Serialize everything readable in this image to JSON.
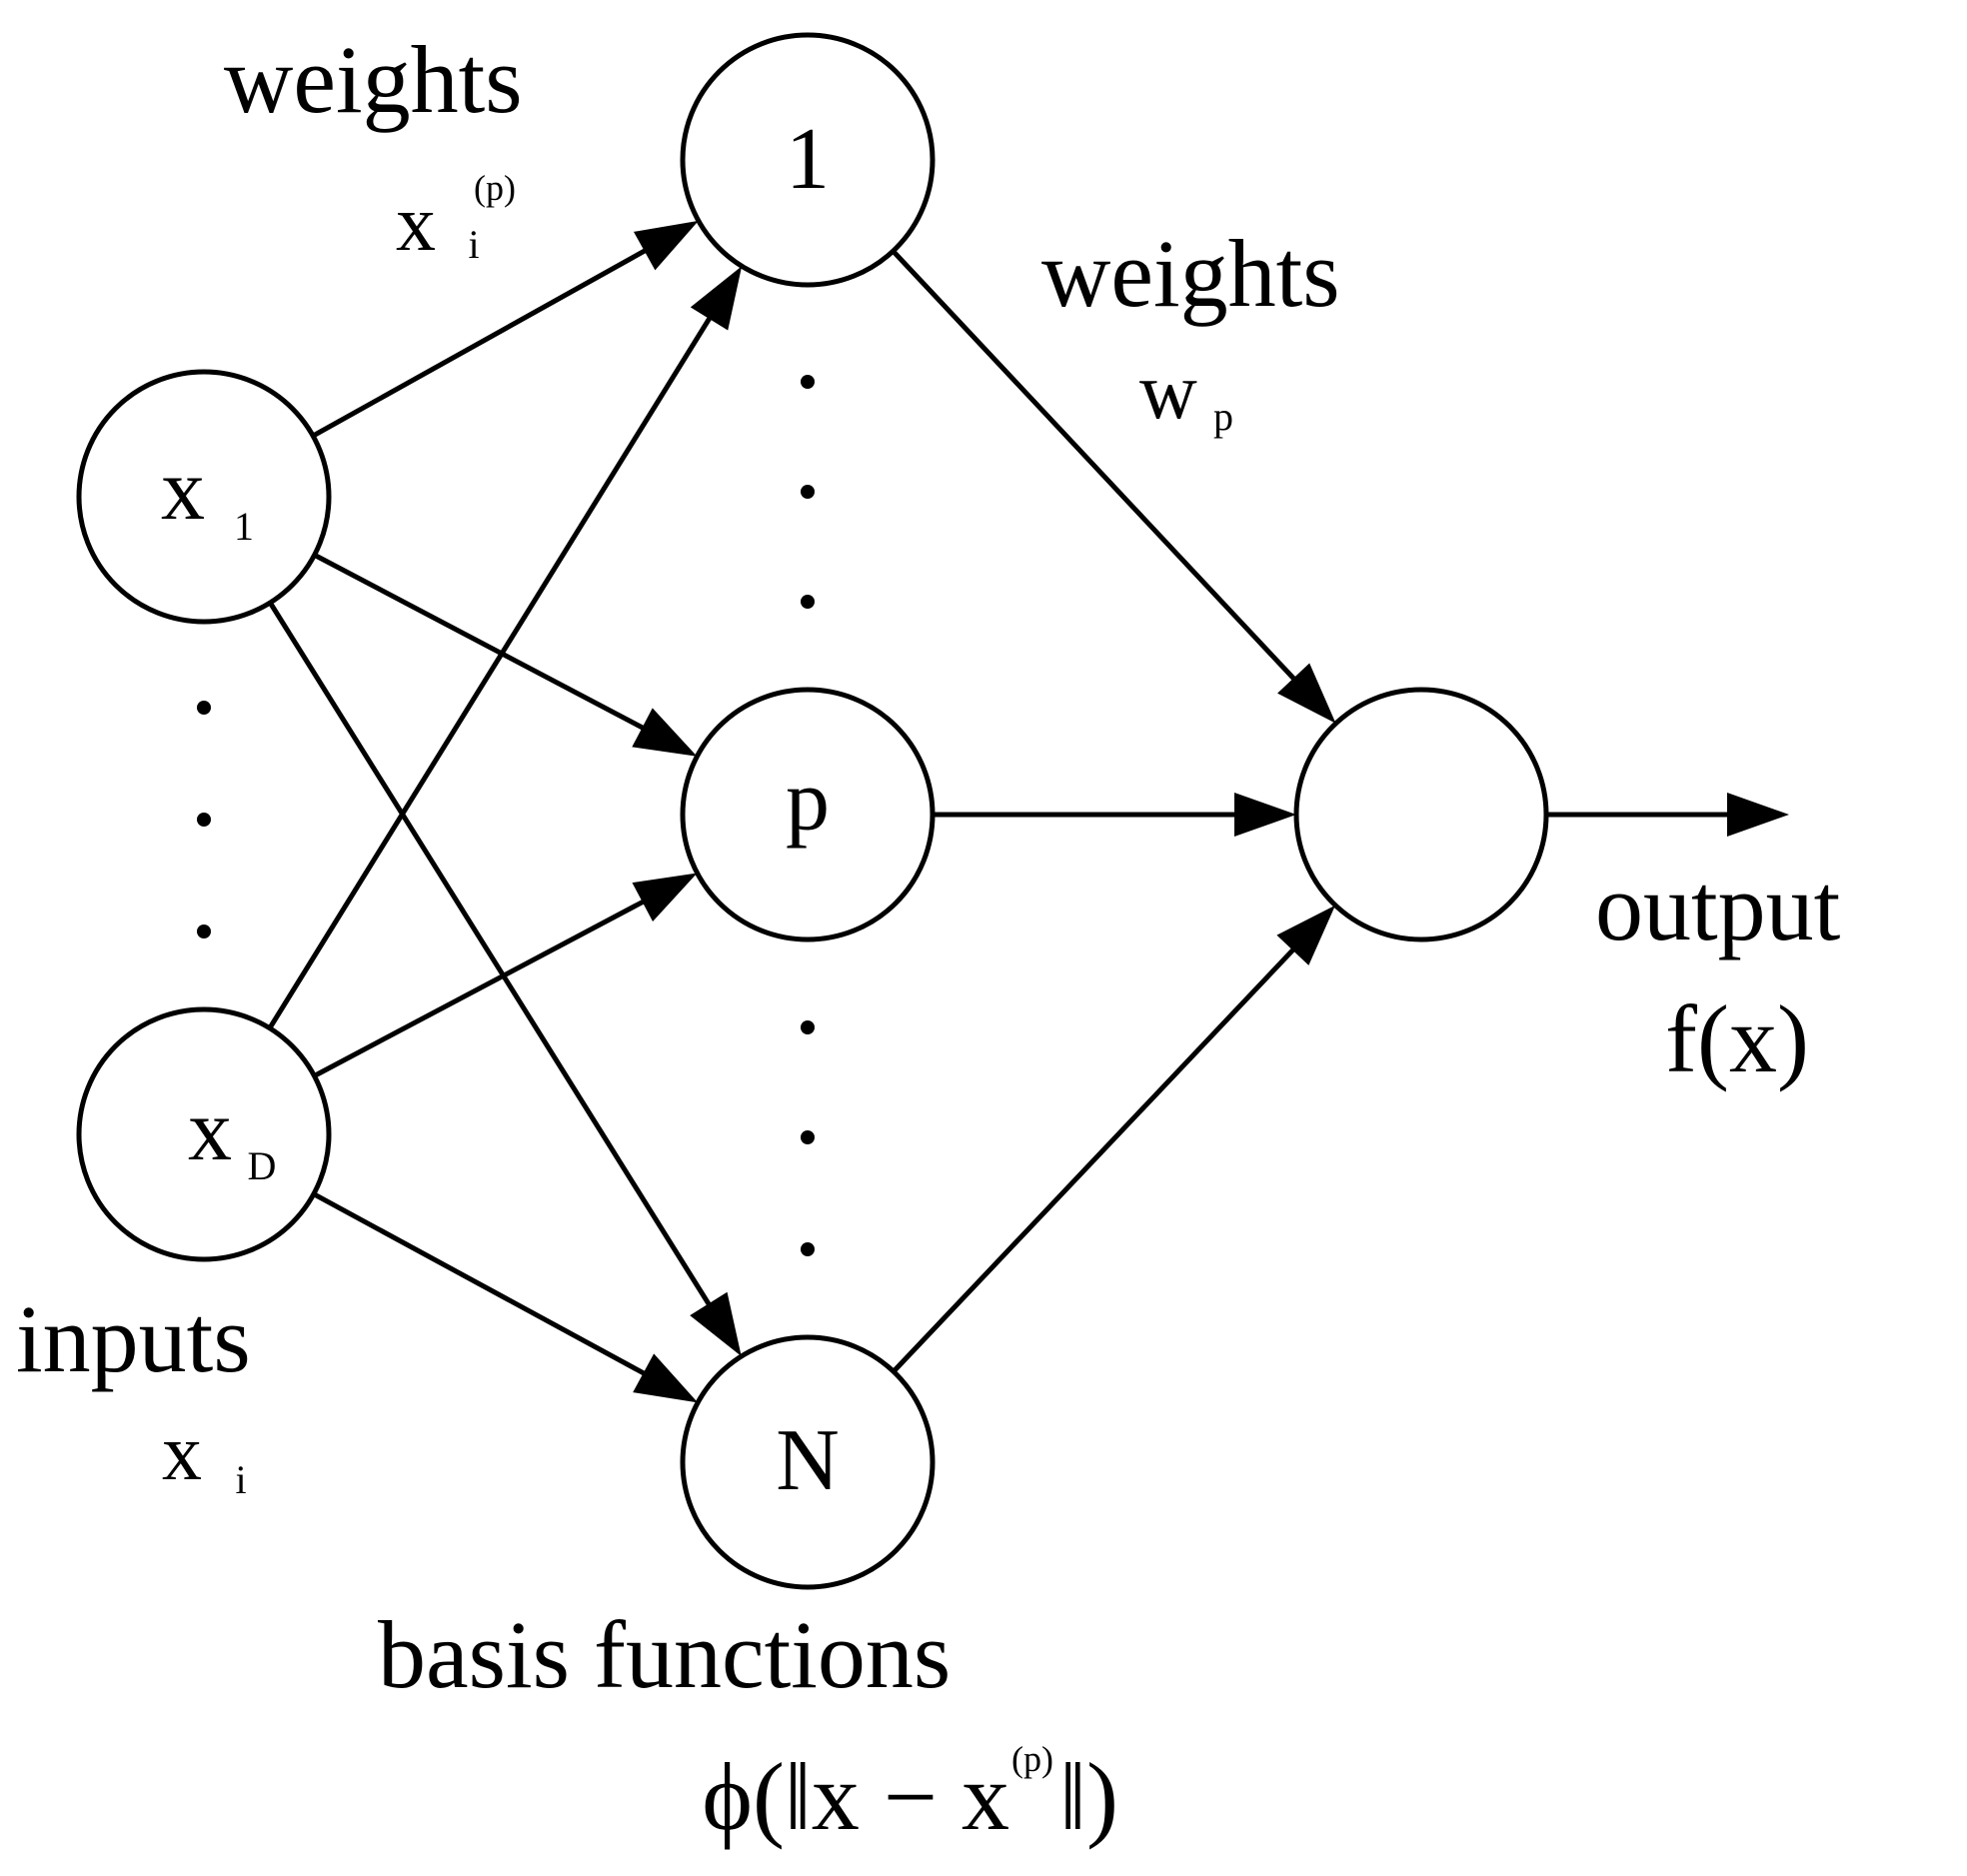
{
  "input_nodes": [
    {
      "id": "x1",
      "symbol": "x",
      "subscript": "1"
    },
    {
      "id": "xD",
      "symbol": "x",
      "subscript": "D"
    }
  ],
  "hidden_nodes": [
    {
      "id": "h1",
      "label": "1"
    },
    {
      "id": "hp",
      "label": "p"
    },
    {
      "id": "hN",
      "label": "N"
    }
  ],
  "output_node": {
    "id": "out",
    "label": ""
  },
  "annotations": {
    "input_weights": {
      "title": "weights",
      "symbol": "x",
      "subscript": "i",
      "superscript": "(p)"
    },
    "output_weights": {
      "title": "weights",
      "symbol": "w",
      "subscript": "p"
    },
    "inputs": {
      "title": "inputs",
      "symbol": "x",
      "subscript": "i"
    },
    "output": {
      "title": "output",
      "formula": "f(x)"
    },
    "basis": {
      "title": "basis functions",
      "formula_prefix": "ϕ(‖x − x",
      "formula_sup": "(p)",
      "formula_suffix": "‖)"
    }
  },
  "edges": [
    {
      "from": "x1",
      "to": "h1"
    },
    {
      "from": "x1",
      "to": "hp"
    },
    {
      "from": "x1",
      "to": "hN"
    },
    {
      "from": "xD",
      "to": "h1"
    },
    {
      "from": "xD",
      "to": "hp"
    },
    {
      "from": "xD",
      "to": "hN"
    },
    {
      "from": "h1",
      "to": "out"
    },
    {
      "from": "hp",
      "to": "out"
    },
    {
      "from": "hN",
      "to": "out"
    },
    {
      "from": "out",
      "to": "output-terminal"
    }
  ]
}
